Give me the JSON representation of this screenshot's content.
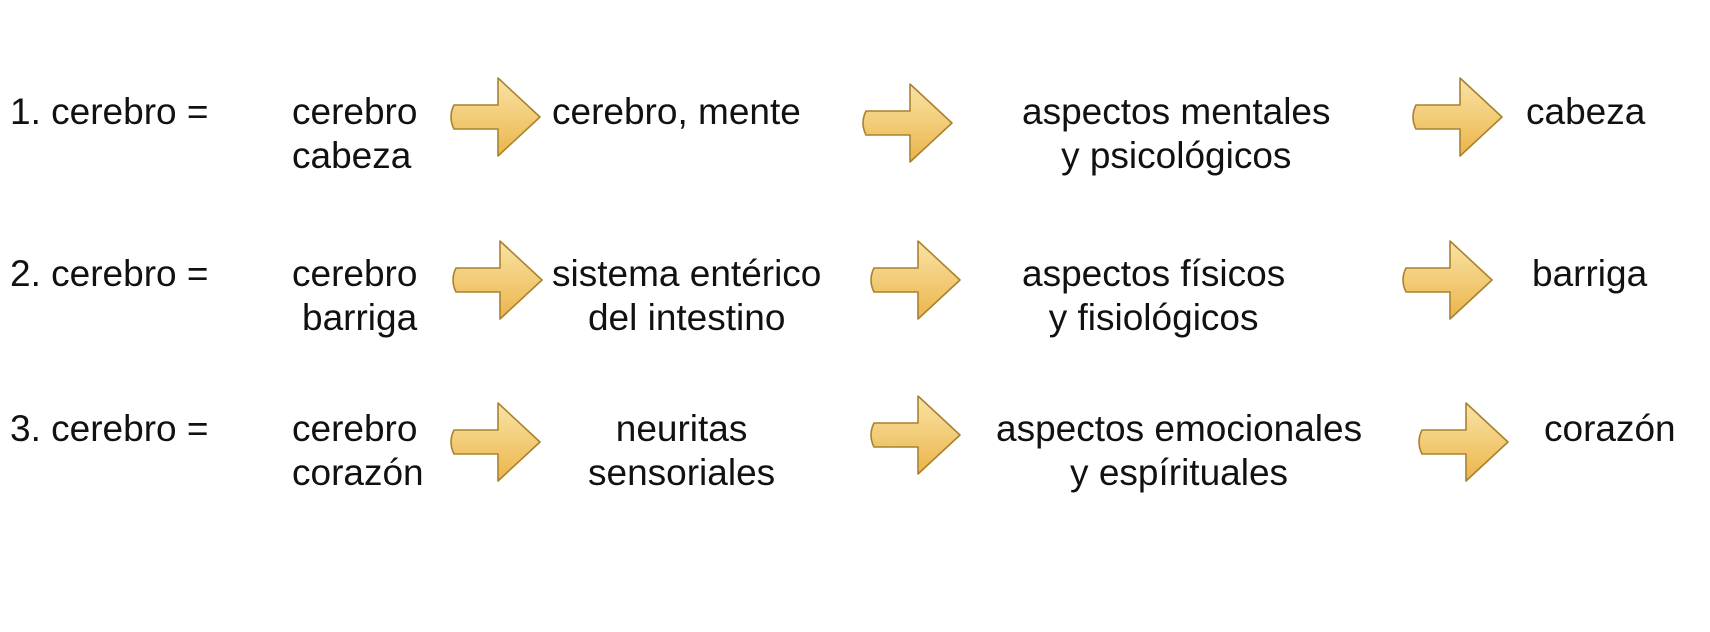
{
  "colors": {
    "arrow_fill_light": "#f7dd98",
    "arrow_fill_dark": "#ecb74d",
    "arrow_stroke": "#a8822e",
    "text": "#111111"
  },
  "rows": [
    {
      "label": "1. cerebro =",
      "pair": [
        "cerebro",
        "cabeza"
      ],
      "system": [
        "cerebro, mente"
      ],
      "aspects": [
        "aspectos mentales",
        "y psicológicos"
      ],
      "organ": "cabeza"
    },
    {
      "label": "2. cerebro =",
      "pair": [
        "cerebro",
        "barriga"
      ],
      "system": [
        "sistema entérico",
        "del intestino"
      ],
      "aspects": [
        "aspectos físicos",
        "y fisiológicos"
      ],
      "organ": "barriga"
    },
    {
      "label": "3. cerebro =",
      "pair": [
        "cerebro",
        "corazón"
      ],
      "system": [
        "neuritas",
        "sensoriales"
      ],
      "aspects": [
        "aspectos emocionales",
        "y espírituales"
      ],
      "organ": "corazón"
    }
  ]
}
